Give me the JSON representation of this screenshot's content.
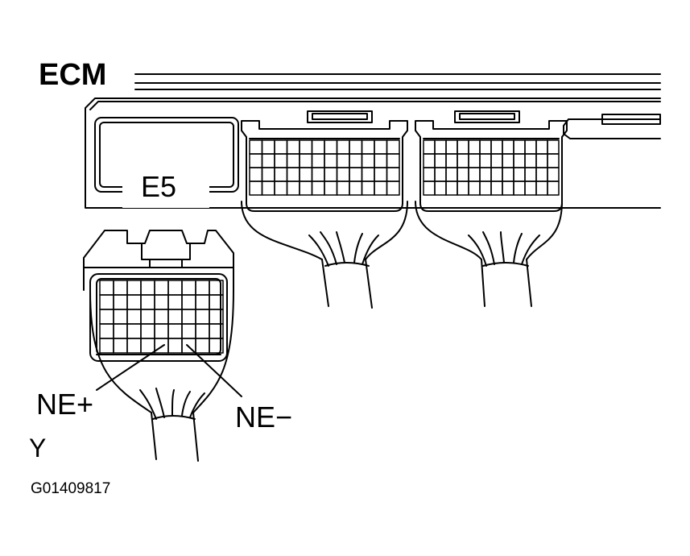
{
  "diagram": {
    "title": "ECM",
    "connector_label": "E5",
    "pin_labels": [
      "NE+",
      "NE−"
    ],
    "view_marker": "Y",
    "figure_code": "G01409817"
  }
}
